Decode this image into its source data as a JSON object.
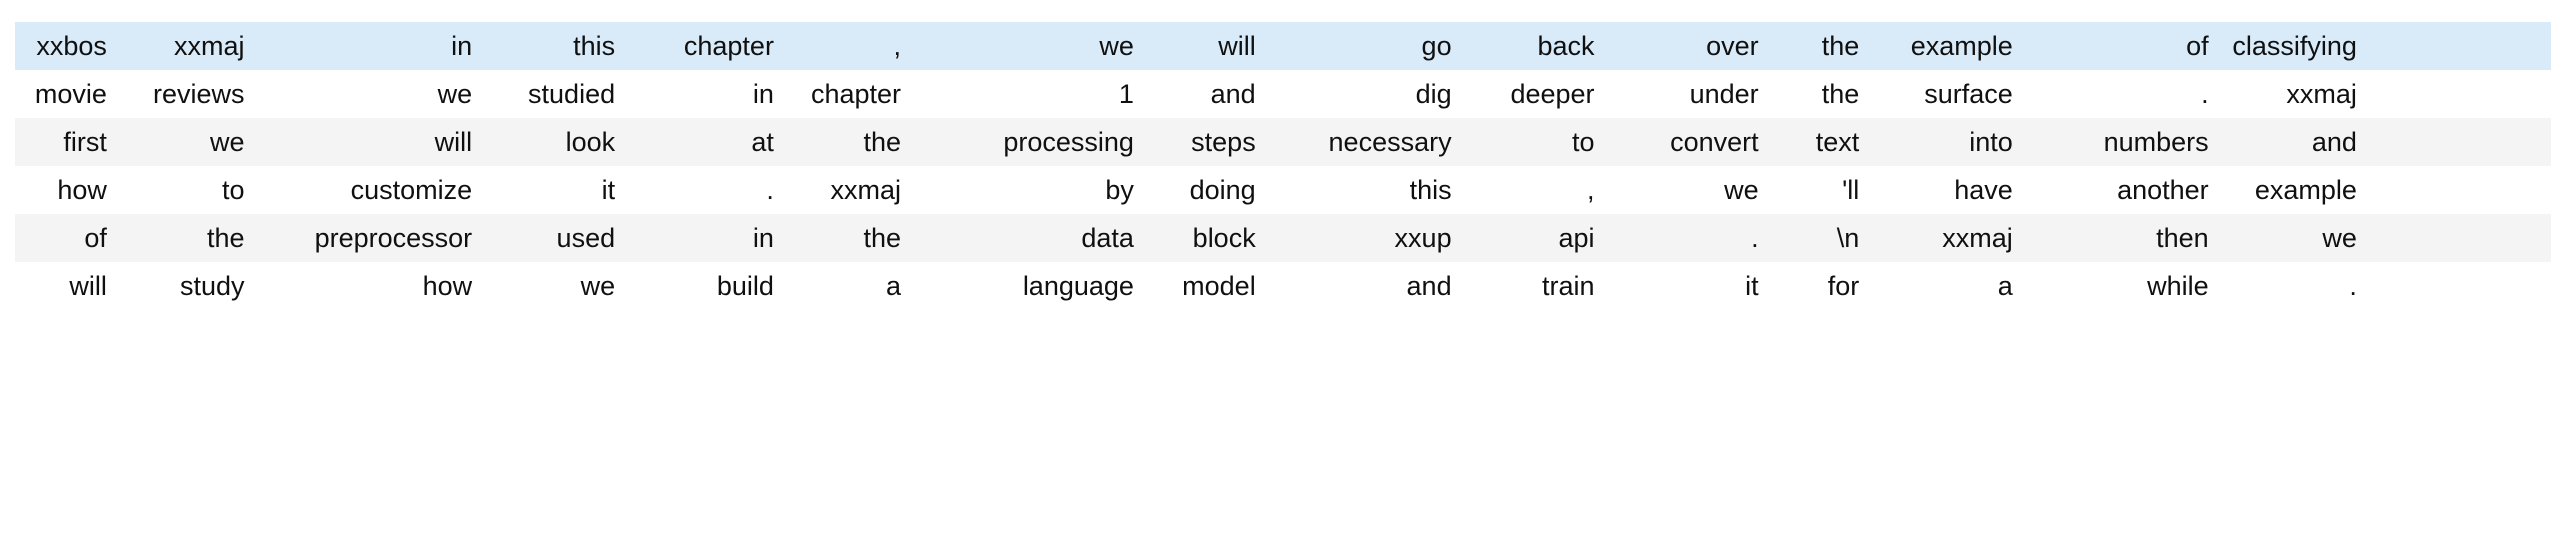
{
  "table": {
    "kind": "tokenized-text-dataframe",
    "column_count": 16,
    "row_count": 6,
    "colors": {
      "row_highlight_bg": "#d9eaf8",
      "row_plain_bg": "#ffffff",
      "row_alt_bg": "#f4f4f4",
      "text": "#101010",
      "page_bg": "#ffffff"
    },
    "text_align": "right",
    "rows": [
      {
        "style": "row-highlight",
        "cells": [
          "xxbos",
          "xxmaj",
          "in",
          "this",
          "chapter",
          ",",
          "we",
          "will",
          "go",
          "back",
          "over",
          "the",
          "example",
          "of",
          "classifying"
        ]
      },
      {
        "style": "row-plain",
        "cells": [
          "movie",
          "reviews",
          "we",
          "studied",
          "in",
          "chapter",
          "1",
          "and",
          "dig",
          "deeper",
          "under",
          "the",
          "surface",
          ".",
          "xxmaj"
        ]
      },
      {
        "style": "row-alt",
        "cells": [
          "first",
          "we",
          "will",
          "look",
          "at",
          "the",
          "processing",
          "steps",
          "necessary",
          "to",
          "convert",
          "text",
          "into",
          "numbers",
          "and"
        ]
      },
      {
        "style": "row-plain",
        "cells": [
          "how",
          "to",
          "customize",
          "it",
          ".",
          "xxmaj",
          "by",
          "doing",
          "this",
          ",",
          "we",
          "'ll",
          "have",
          "another",
          "example"
        ]
      },
      {
        "style": "row-alt",
        "cells": [
          "of",
          "the",
          "preprocessor",
          "used",
          "in",
          "the",
          "data",
          "block",
          "xxup",
          "api",
          ".",
          "\\n",
          "xxmaj",
          "then",
          "we"
        ]
      },
      {
        "style": "row-plain",
        "cells": [
          "will",
          "study",
          "how",
          "we",
          "build",
          "a",
          "language",
          "model",
          "and",
          "train",
          "it",
          "for",
          "a",
          "while",
          "."
        ]
      }
    ]
  }
}
